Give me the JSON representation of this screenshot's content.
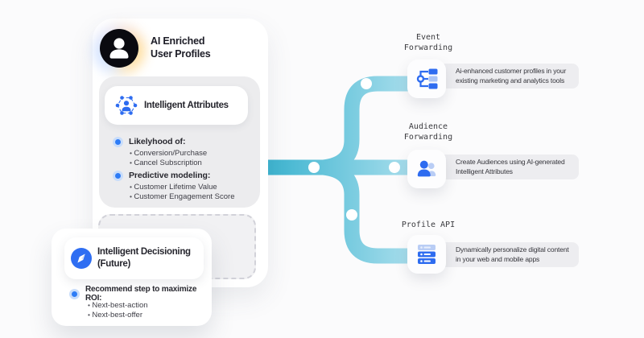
{
  "colors": {
    "flow_gradient_start": "#3bb3cf",
    "flow_gradient_mid": "#82cfe2",
    "flow_gradient_end": "#cdecf6",
    "primary_blue": "#2e6cf0",
    "light_blue": "#b9cdf5",
    "avatar_black": "#0a0a10",
    "panel_gray": "#ececee",
    "pill_gray": "#ededf0"
  },
  "main_card": {
    "title": "AI Enriched User Profiles",
    "avatar_icon": "user-icon",
    "attributes_pill": {
      "icon": "network-user-icon",
      "label": "Intelligent Attributes"
    },
    "sections": [
      {
        "heading": "Likelyhood of:",
        "items": [
          "Conversion/Purchase",
          "Cancel Subscription"
        ]
      },
      {
        "heading": "Predictive modeling:",
        "items": [
          "Customer Lifetime Value",
          "Customer Engagement Score"
        ]
      }
    ]
  },
  "decisioning_card": {
    "icon": "compass-icon",
    "title": "Intelligent Decisioning",
    "subtitle": "(Future)",
    "section": {
      "heading": "Recommend step to maximize ROI:",
      "items": [
        "Next-best-action",
        "Next-best-offer"
      ]
    }
  },
  "outputs": [
    {
      "label_line1": "Event",
      "label_line2": "Forwarding",
      "icon": "flow-tree-icon",
      "description_line1": "Ai-enhanced customer profiles in your",
      "description_line2": "existing marketing and analytics tools"
    },
    {
      "label_line1": "Audience",
      "label_line2": "Forwarding",
      "icon": "users-icon",
      "description_line1": "Create Audiences using AI-generated",
      "description_line2": "Intelligent Attributes"
    },
    {
      "label_line1": "Profile API",
      "label_line2": "",
      "icon": "server-stack-icon",
      "description_line1": "Dynamically personalize digital content",
      "description_line2": "in your web and mobile apps"
    }
  ]
}
